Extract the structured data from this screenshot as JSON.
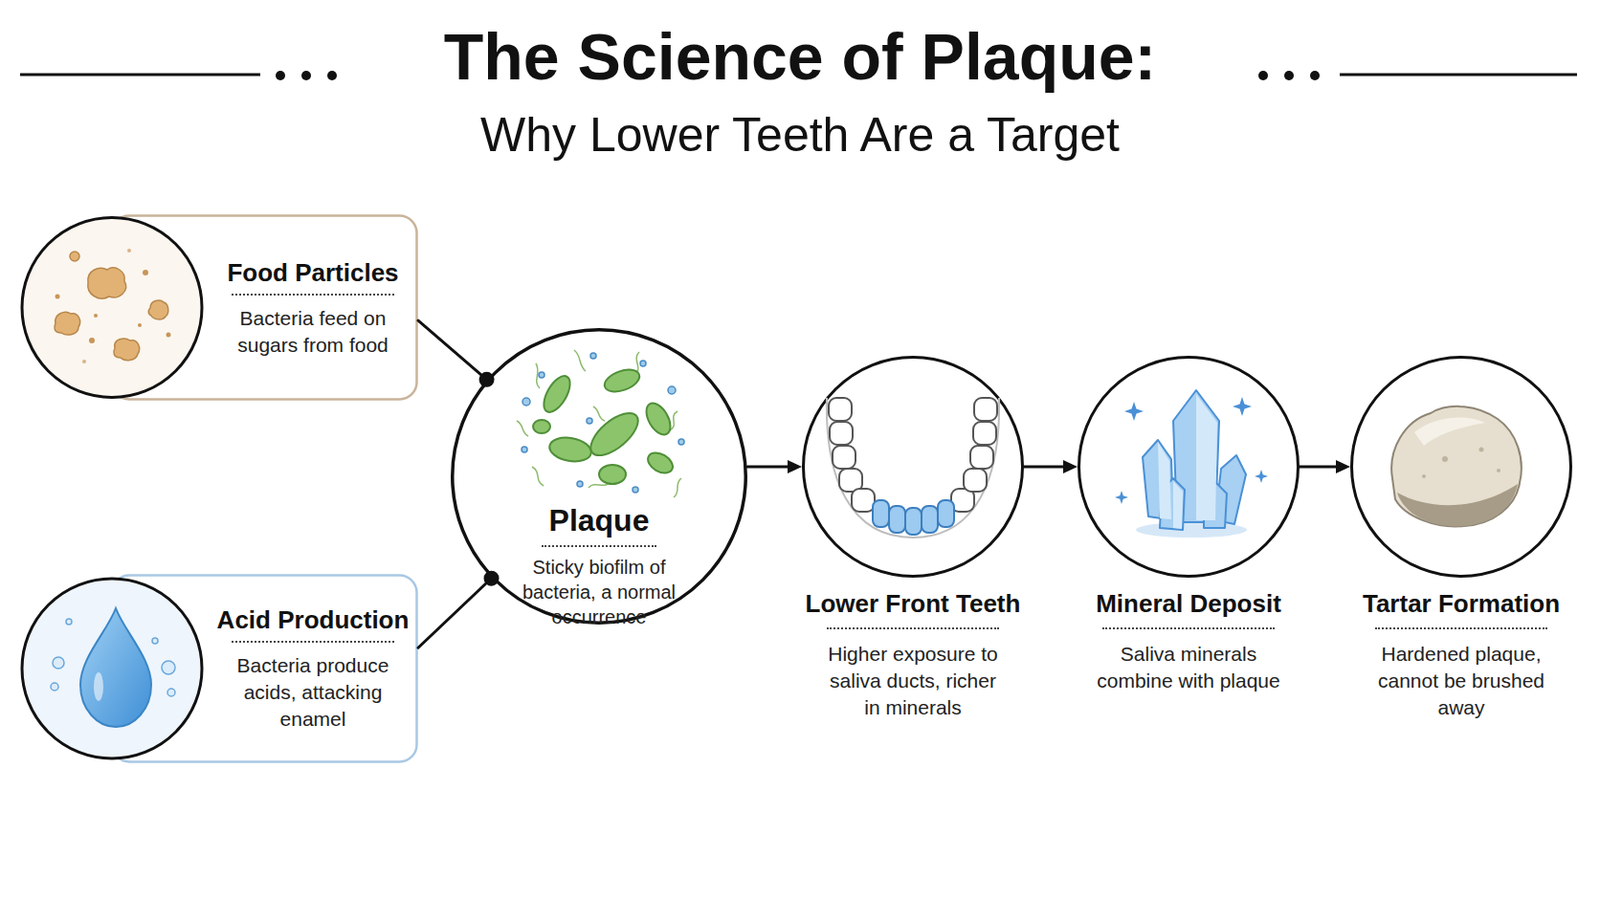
{
  "diagram": {
    "title": "The Science of Plaque:",
    "nodes": [
      {
        "text": [
          "Food Particles",
          "Bacteria feed on sugars from food"
        ]
      },
      {
        "text": [
          "Acid Production",
          "Bacteria produce acids, attacking enamel"
        ]
      },
      {
        "text": [
          "Plaque",
          "Sticky biofilm of bacteria, a normal occurrence"
        ]
      },
      {
        "text": [
          "Lower Front Teeth",
          "Higher exposure to saliva ducts, richer in minerals"
        ]
      },
      {
        "text": [
          "Mineral Deposit",
          "Saliva minerals combine with plaque"
        ]
      },
      {
        "text": [
          "Tartar Formation",
          "Hardened plaque, cannot be brushed away"
        ]
      }
    ],
    "edges": [
      {
        "from": 0,
        "to": 2,
        "arrow": "none"
      },
      {
        "from": 1,
        "to": 2,
        "arrow": "none"
      },
      {
        "from": 2,
        "to": 3,
        "arrow": "to"
      },
      {
        "from": 3,
        "to": 4,
        "arrow": "to"
      },
      {
        "from": 4,
        "to": 5,
        "arrow": "to"
      }
    ],
    "labels": [
      "Why Lower Teeth Are a Target"
    ]
  }
}
